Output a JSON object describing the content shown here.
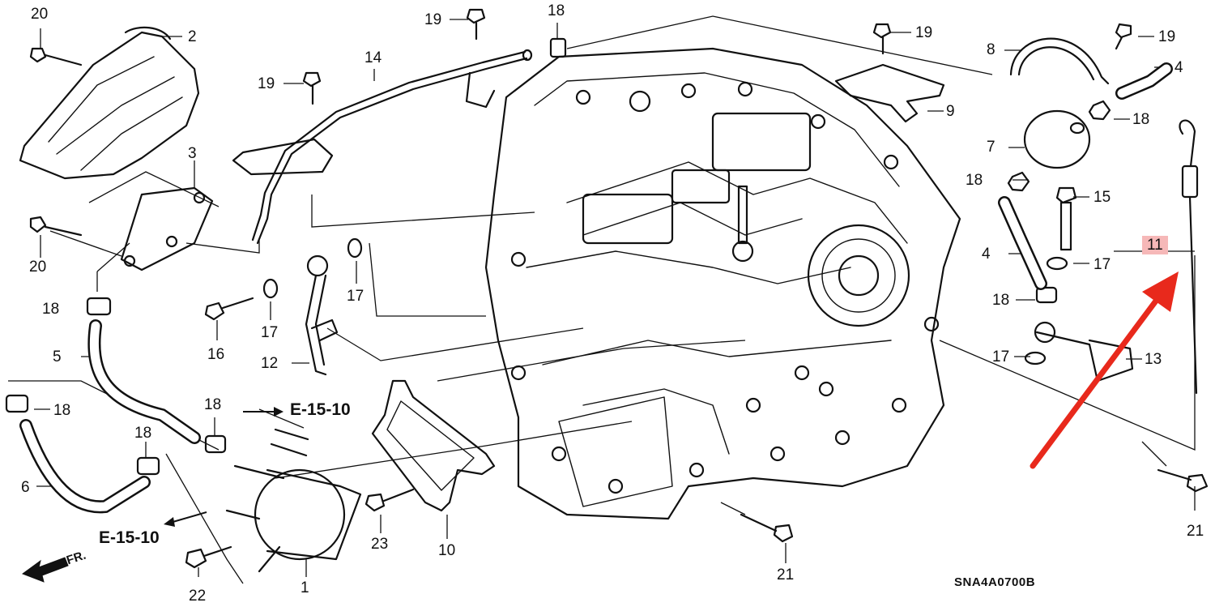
{
  "callouts": [
    {
      "id": "20a",
      "text": "20"
    },
    {
      "id": "2",
      "text": "2"
    },
    {
      "id": "3",
      "text": "3"
    },
    {
      "id": "20b",
      "text": "20"
    },
    {
      "id": "19a",
      "text": "19"
    },
    {
      "id": "18a",
      "text": "18"
    },
    {
      "id": "14",
      "text": "14"
    },
    {
      "id": "19b",
      "text": "19"
    },
    {
      "id": "19c",
      "text": "19"
    },
    {
      "id": "8",
      "text": "8"
    },
    {
      "id": "19d",
      "text": "19"
    },
    {
      "id": "4a",
      "text": "4"
    },
    {
      "id": "9",
      "text": "9"
    },
    {
      "id": "18b",
      "text": "18"
    },
    {
      "id": "7",
      "text": "7"
    },
    {
      "id": "18c",
      "text": "18"
    },
    {
      "id": "15",
      "text": "15"
    },
    {
      "id": "4b",
      "text": "4"
    },
    {
      "id": "17a",
      "text": "17"
    },
    {
      "id": "11",
      "text": "11"
    },
    {
      "id": "18d",
      "text": "18"
    },
    {
      "id": "17b",
      "text": "17"
    },
    {
      "id": "13",
      "text": "13"
    },
    {
      "id": "18e",
      "text": "18"
    },
    {
      "id": "5",
      "text": "5"
    },
    {
      "id": "18f",
      "text": "18"
    },
    {
      "id": "18g",
      "text": "18"
    },
    {
      "id": "18h",
      "text": "18"
    },
    {
      "id": "6",
      "text": "6"
    },
    {
      "id": "16",
      "text": "16"
    },
    {
      "id": "17c",
      "text": "17"
    },
    {
      "id": "17d",
      "text": "17"
    },
    {
      "id": "12",
      "text": "12"
    },
    {
      "id": "1",
      "text": "1"
    },
    {
      "id": "22",
      "text": "22"
    },
    {
      "id": "23",
      "text": "23"
    },
    {
      "id": "10",
      "text": "10"
    },
    {
      "id": "21a",
      "text": "21"
    },
    {
      "id": "21b",
      "text": "21"
    }
  ],
  "references": [
    "E-15-10",
    "E-15-10"
  ],
  "front_marker": "FR.",
  "diagram_code": "SNA4A0700B",
  "highlight": {
    "callout": "11",
    "color": "#f6b8b8",
    "arrow_color": "#e8291c"
  }
}
